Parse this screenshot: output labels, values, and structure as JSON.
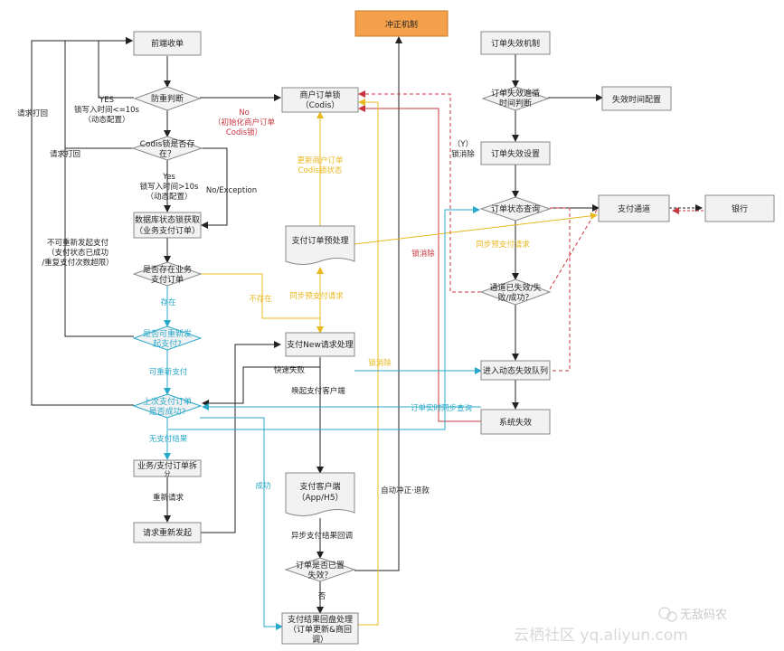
{
  "nodes": {
    "front_cashier": "前端收单",
    "anti_dup": "防重判断",
    "codis_lock_exists_1": "Codis锁是否存",
    "codis_lock_exists_2": "在？",
    "db_lock_1": "数据库状态锁获取",
    "db_lock_2": "（业务支付订单）",
    "biz_exists_1": "是否存在业务",
    "biz_exists_2": "支付订单",
    "can_repay_1": "是否可重新发",
    "can_repay_2": "起支付?",
    "last_pay_1": "上次支付订单",
    "last_pay_2": "是否成功?",
    "split_1": "业务/支付订单拆",
    "split_2": "分",
    "re_request": "请求重新发起",
    "merchant_lock_1": "商户订单锁",
    "merchant_lock_2": "（Codis）",
    "pre_process": "支付订单预处理",
    "new_request": "支付New请求处理",
    "client_1": "支付客户端",
    "client_2": "（App/H5）",
    "order_expired_1": "订单是否已置",
    "order_expired_2": "失效？",
    "result_1": "支付结果回盘处理",
    "result_2": "（订单更新&商回",
    "result_3": "调）",
    "reversal": "冲正机制",
    "expire_mech": "订单失效机制",
    "expire_check_1": "订单失效遍循",
    "expire_check_2": "时间判断",
    "expire_time_cfg": "失效时间配置",
    "expire_set": "订单失效设置",
    "status_query": "订单状态查询",
    "channel": "支付通道",
    "bank": "银行",
    "channel_state_1": "通道已失效/失",
    "channel_state_2": "败/成功？",
    "delay_queue": "进入动态失效队列",
    "sys_expire": "系统失效"
  },
  "labels": {
    "yes1_a": "YES",
    "yes1_b": "锁写入时间<=10s",
    "yes1_c": "（动态配置）",
    "no1_a": "No",
    "no1_b": "（初始化商户订单",
    "no1_c": "Codis锁）",
    "yes2_a": "Yes",
    "yes2_b": "锁写入时间>10s",
    "yes2_c": "（动态配置）",
    "no_exception": "No/Exception",
    "request_back_1": "请求打回",
    "request_back_2": "请求打回",
    "cannot_repay_a": "不可重新发起支付",
    "cannot_repay_b": "（支付状态已成功",
    "cannot_repay_c": "/重复支付次数超限）",
    "exists": "存在",
    "not_exists": "不存在",
    "sync_pre_req": "同步预支付请求",
    "can_repay": "可重新支付",
    "no_result": "无支付结果",
    "fast_fail": "快速失败",
    "invoke_client": "唤起支付客户端",
    "re_request": "重新请求",
    "success": "成功",
    "async_callback": "异步支付结果回调",
    "no": "否",
    "auto_refund": "自动冲正·退款",
    "update_lock_a": "更新商户订单",
    "update_lock_b": "Codis锁状态",
    "lock_clear_y_a": "（Y）",
    "lock_clear_y_b": "锁消除",
    "lock_clear_1": "锁消除",
    "lock_clear_2": "锁消除",
    "sync_pre_req_2": "同步预支付请求",
    "realtime_sync": "订单实时同步查询"
  },
  "watermark": {
    "wechat": "无敌码农",
    "site": "云栖社区 yq.aliyun.com"
  },
  "colors": {
    "black": "#222222",
    "red": "#c8343f",
    "yellow": "#e8b820",
    "cyan": "#29a9c9",
    "node_fill": "#f2f2f2",
    "reversal_fill": "#f5a04a"
  }
}
